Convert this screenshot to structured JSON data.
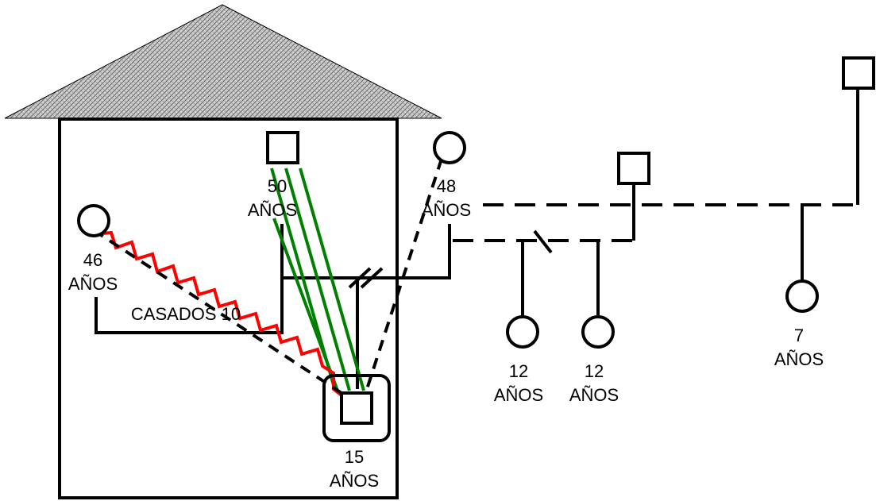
{
  "labels": {
    "p50_age": "50",
    "p50_unit": "AÑOS",
    "p48_age": "48",
    "p48_unit": "AÑOS",
    "p46_age": "46",
    "p46_unit": "AÑOS",
    "married": "CASADOS 10",
    "p15_age": "15",
    "p15_unit": "AÑOS",
    "c12a_age": "12",
    "c12a_unit": "AÑOS",
    "c12b_age": "12",
    "c12b_unit": "AÑOS",
    "c7_age": "7",
    "c7_unit": "AÑOS"
  },
  "colors": {
    "line": "#000000",
    "conflict": "#ff0000",
    "close_bond": "#008000",
    "roof": "#b0b0b0"
  }
}
